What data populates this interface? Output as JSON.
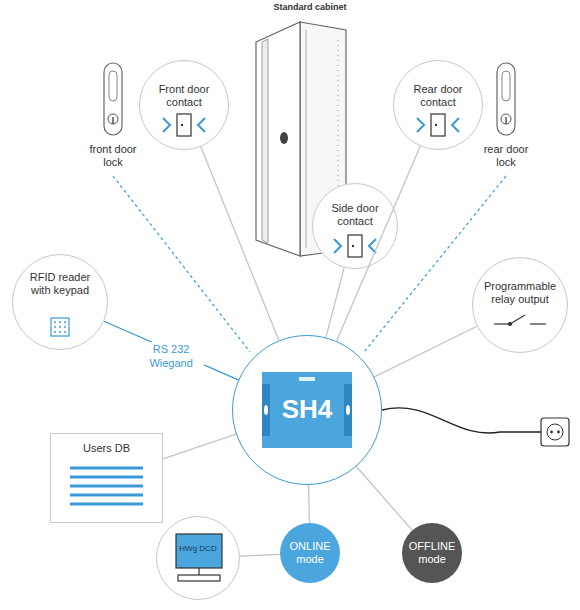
{
  "diagram": {
    "nodes": [
      {
        "text": [
          "Front door contact"
        ]
      },
      {
        "text": [
          "Rear door contact"
        ]
      },
      {
        "text": [
          "Side door contact"
        ]
      },
      {
        "text": [
          "RFID reader with keypad"
        ]
      },
      {
        "text": [
          "Programmable relay output"
        ]
      },
      {
        "text": [
          "SH4"
        ]
      },
      {
        "text": [
          "Users DB"
        ]
      },
      {
        "text": [
          "HWg DCD"
        ]
      },
      {
        "text": [
          "ONLINE mode"
        ]
      },
      {
        "text": [
          "OFFLINE mode"
        ]
      }
    ],
    "edges": [
      {
        "from": 0,
        "to": 5,
        "arrow": "none"
      },
      {
        "from": 1,
        "to": 5,
        "arrow": "none"
      },
      {
        "from": 2,
        "to": 5,
        "arrow": "none"
      },
      {
        "from": 3,
        "to": 5,
        "label": "RS 232 Wiegand",
        "arrow": "none"
      },
      {
        "from": 4,
        "to": 5,
        "arrow": "none"
      },
      {
        "from": 6,
        "to": 5,
        "arrow": "none"
      },
      {
        "from": 7,
        "to": 8,
        "arrow": "none"
      },
      {
        "from": 8,
        "to": 5,
        "arrow": "none"
      },
      {
        "from": 9,
        "to": 5,
        "arrow": "none"
      }
    ],
    "labels": [
      "Standard cabinet",
      "front door lock",
      "rear door lock"
    ]
  }
}
